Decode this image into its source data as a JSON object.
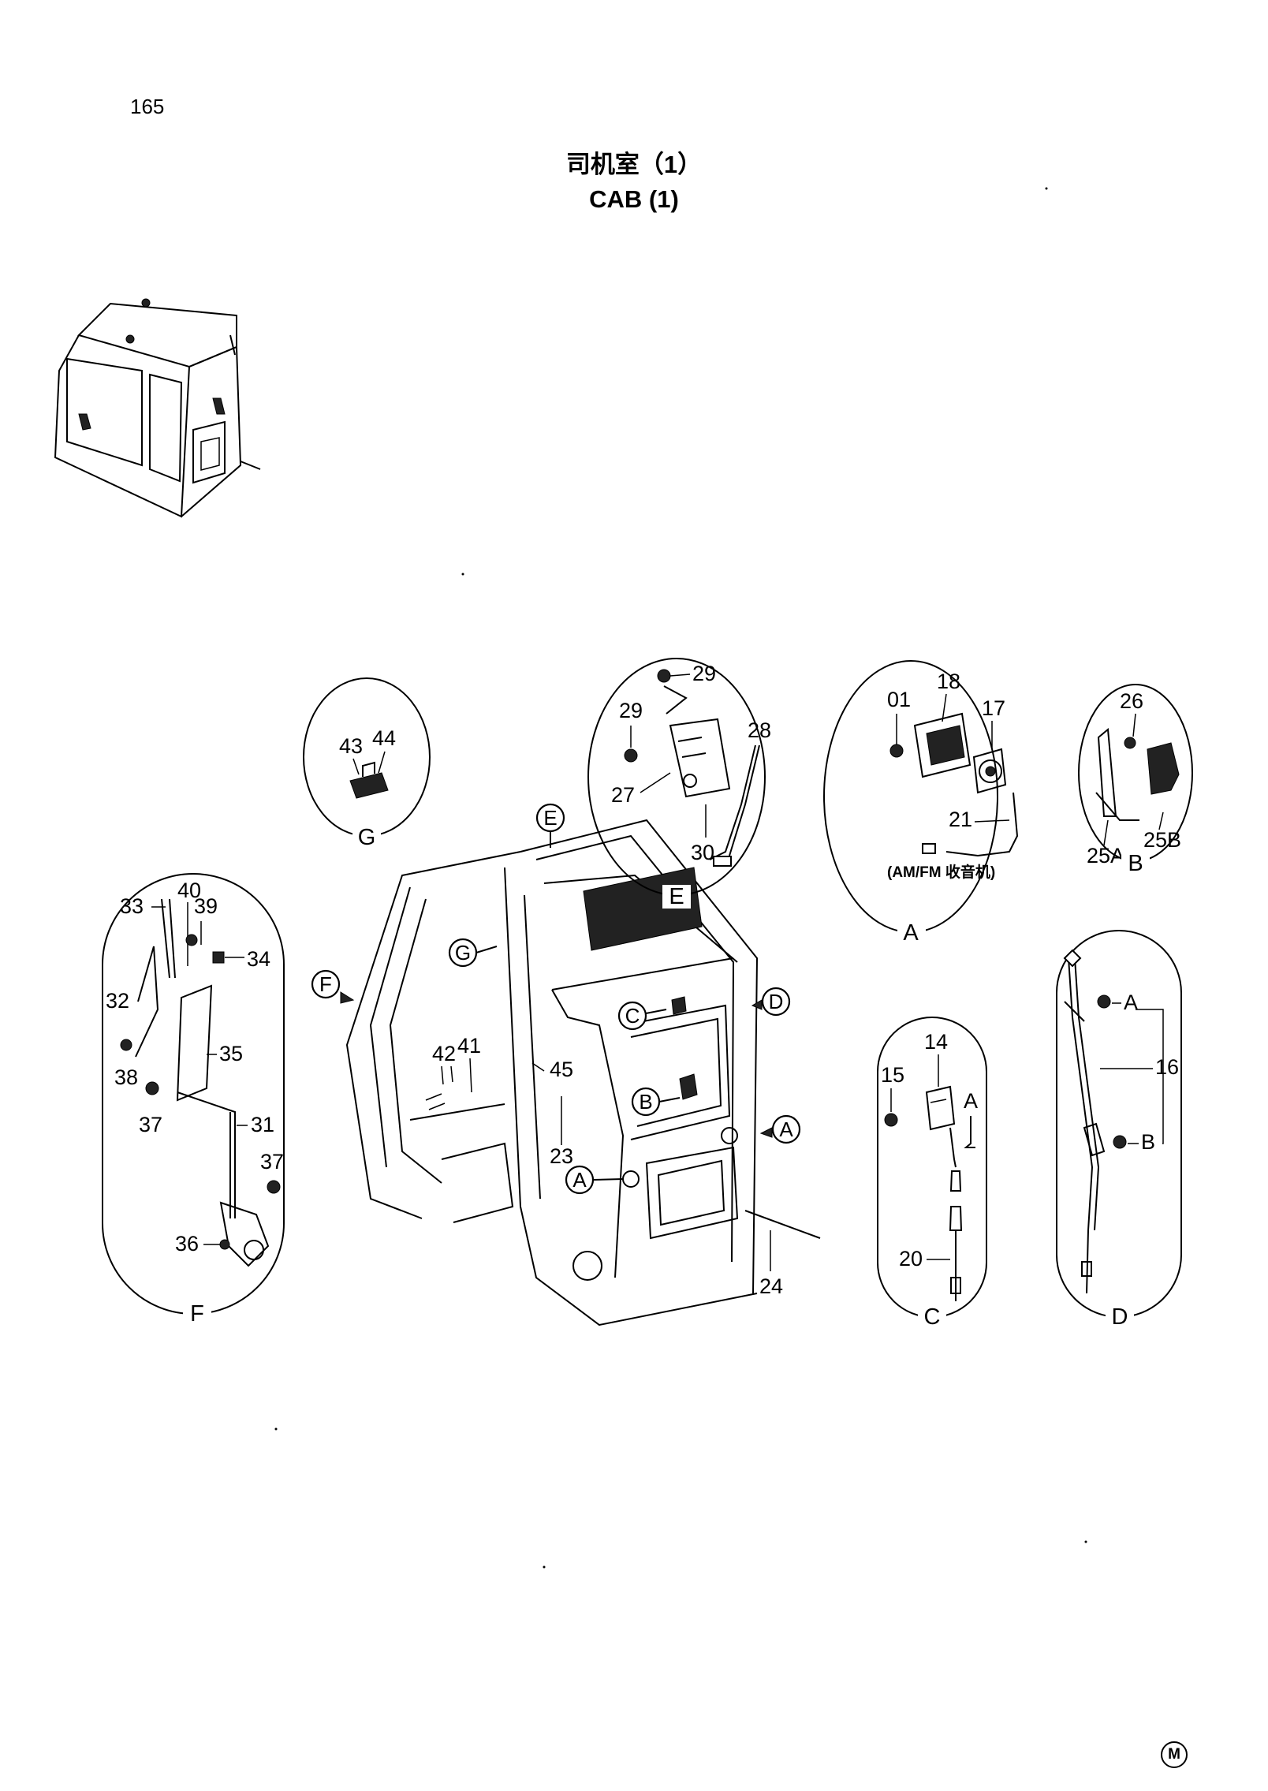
{
  "page": {
    "number": "165",
    "title_zh": "司机室（1）",
    "title_en": "CAB (1)",
    "corner_mark": "M"
  },
  "main_callouts": [
    "E",
    "G",
    "F",
    "C",
    "B",
    "D",
    "A",
    "A"
  ],
  "main_part_numbers": [
    "42",
    "41",
    "45",
    "23",
    "24"
  ],
  "details": {
    "G": {
      "label": "G",
      "parts": [
        "43",
        "44"
      ]
    },
    "E": {
      "label": "E",
      "parts": [
        "29",
        "29",
        "28",
        "27",
        "30"
      ]
    },
    "A": {
      "label": "A",
      "parts": [
        "01",
        "18",
        "17",
        "21"
      ],
      "caption": "(AM/FM  收音机)"
    },
    "B": {
      "label": "B",
      "parts": [
        "26",
        "25A",
        "25B"
      ]
    },
    "F": {
      "label": "F",
      "parts": [
        "40",
        "33",
        "39",
        "34",
        "32",
        "35",
        "38",
        "37",
        "31",
        "37",
        "36"
      ]
    },
    "C": {
      "label": "C",
      "parts": [
        "14",
        "15",
        "A",
        "20"
      ]
    },
    "D": {
      "label": "D",
      "parts": [
        "A",
        "16",
        "B"
      ]
    }
  }
}
